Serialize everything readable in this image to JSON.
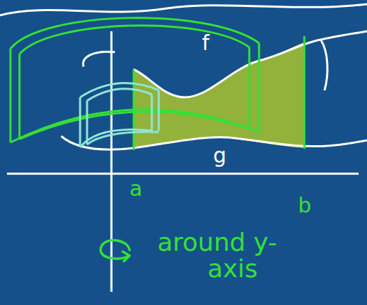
{
  "diagram": {
    "labels": [
      "f",
      "g",
      "a",
      "b",
      "around y-axis"
    ]
  }
}
